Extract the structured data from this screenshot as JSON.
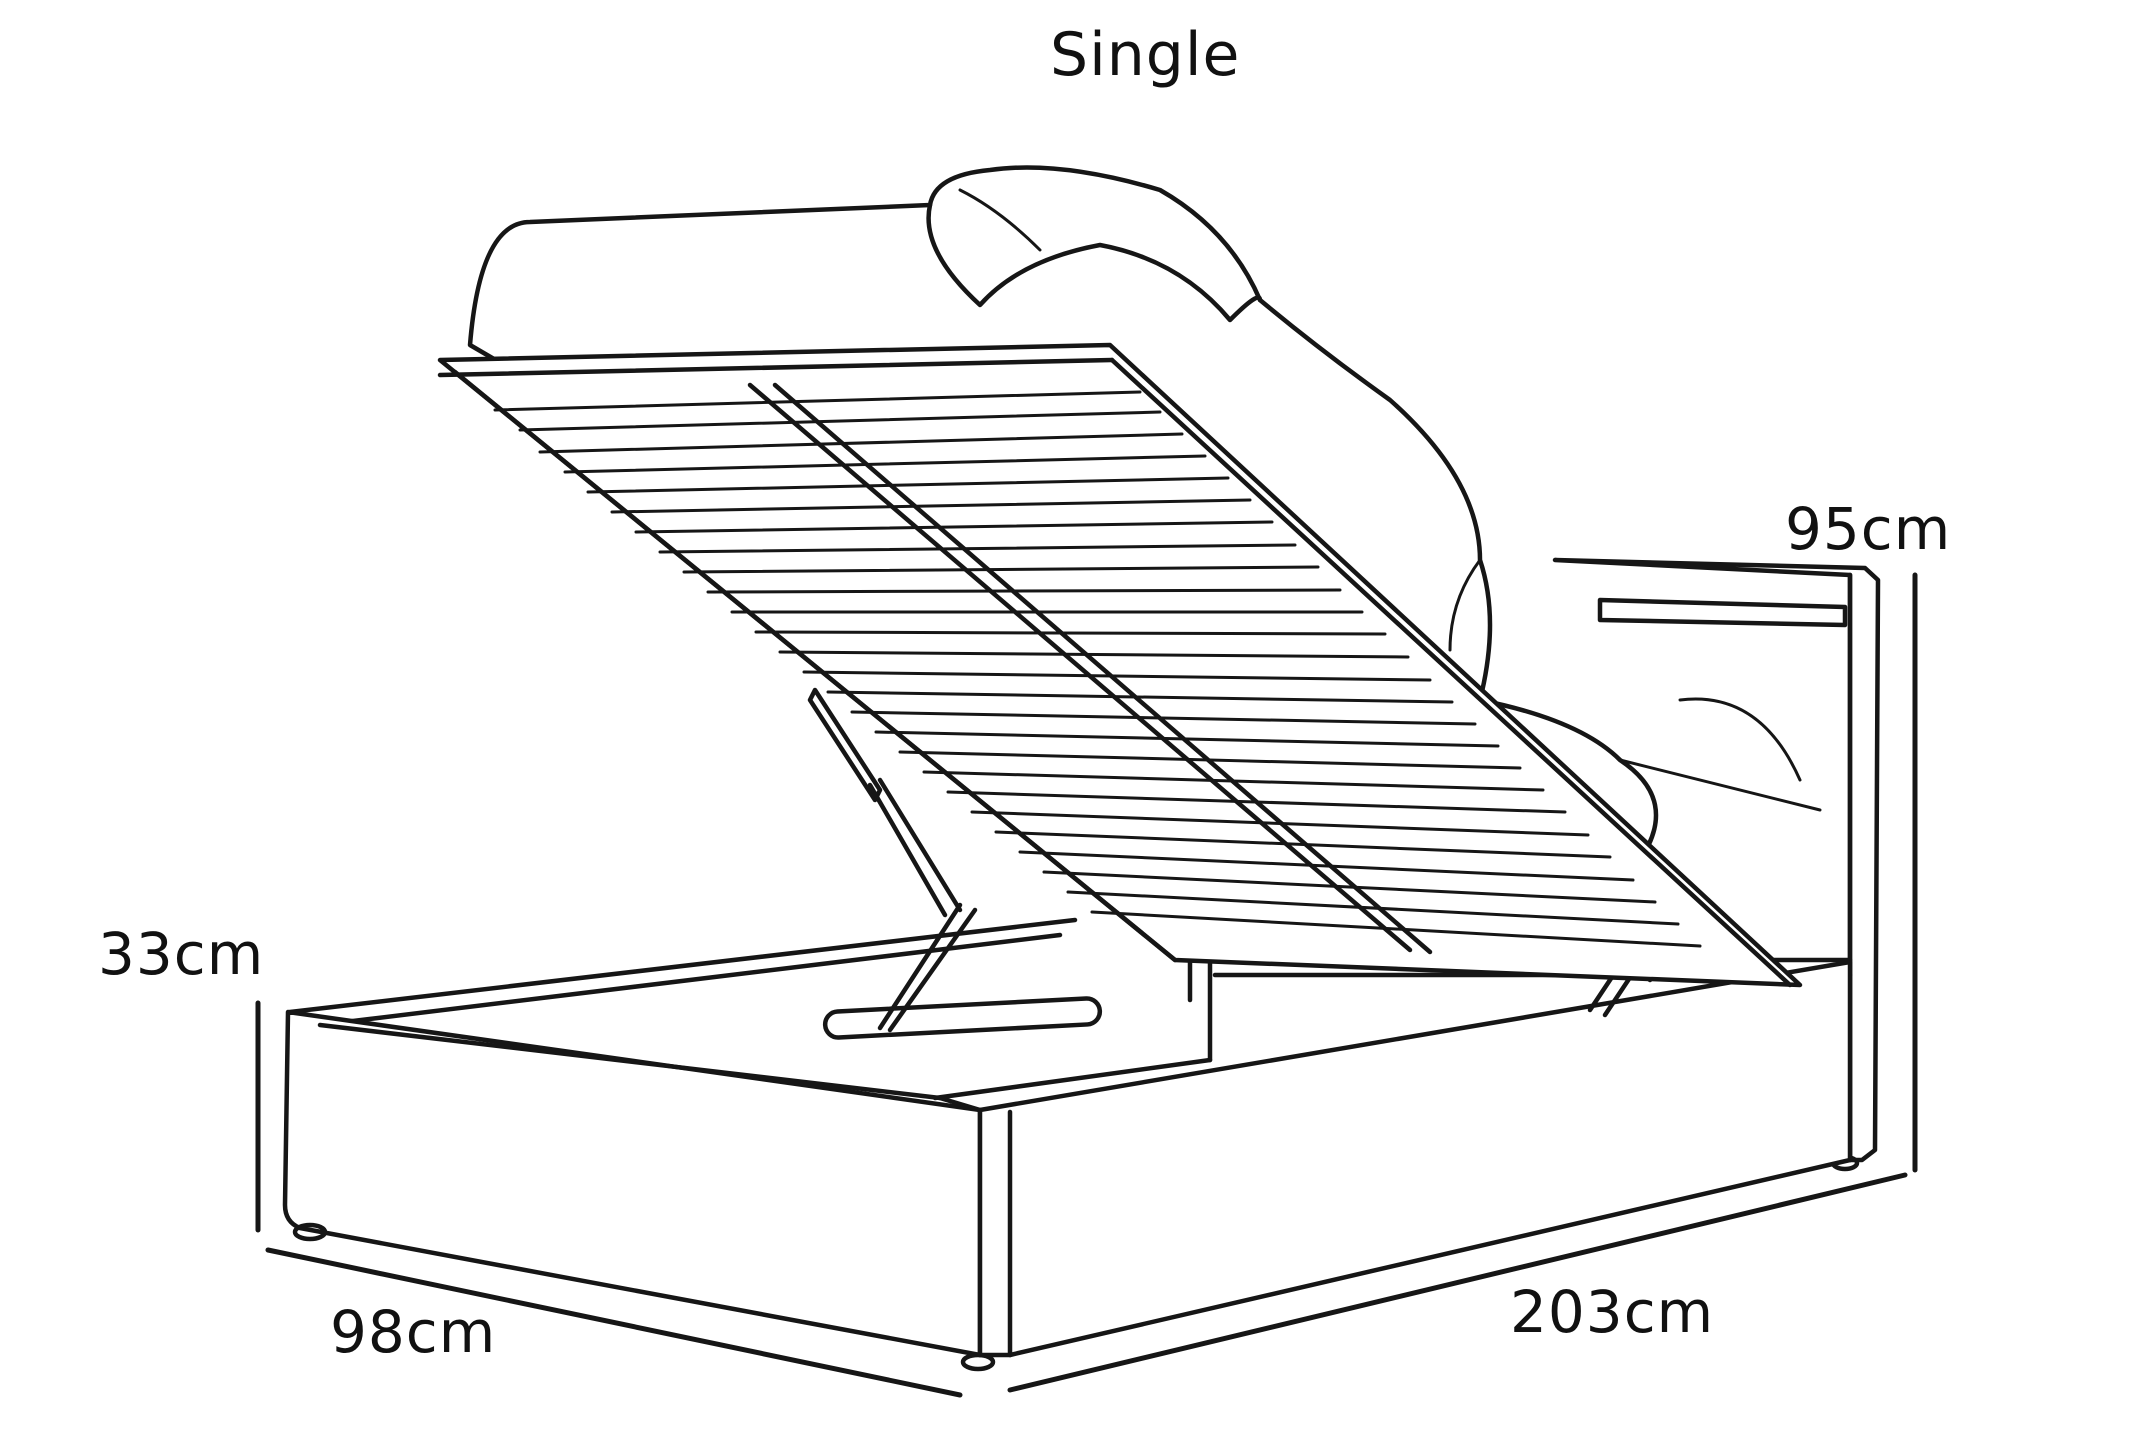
{
  "diagram": {
    "title": "Single",
    "subject": "Ottoman storage bed with lifted base",
    "colors": {
      "line": "#161616",
      "background": "#ffffff"
    },
    "dimensions": {
      "height_headboard": "95cm",
      "height_base": "33cm",
      "width": "98cm",
      "length": "203cm"
    }
  }
}
